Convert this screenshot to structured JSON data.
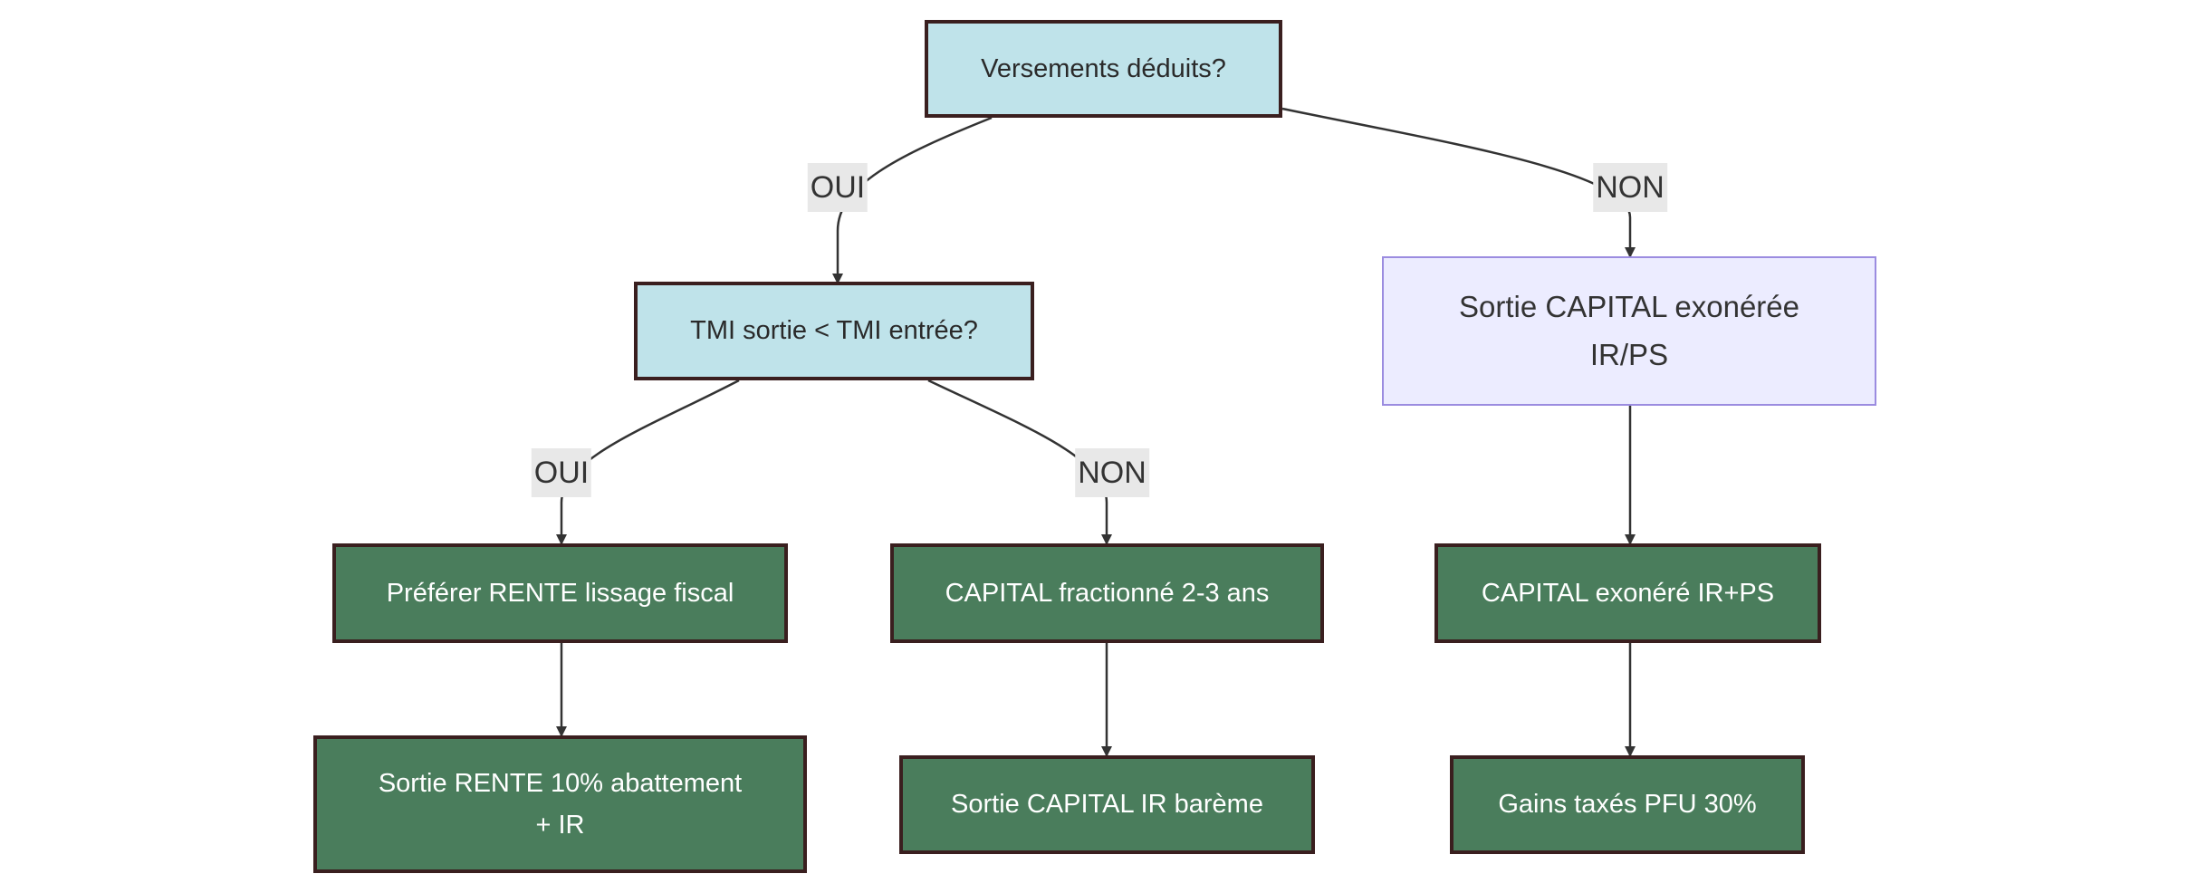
{
  "colors": {
    "decision_fill": "#bfe3ea",
    "result_fill": "#4a7d5c",
    "exempt_fill": "#ececff",
    "exempt_border": "#9b8ce0",
    "node_border": "#3a1f1f",
    "edge": "#333333",
    "label_bg": "#e8e8e8"
  },
  "nodes": {
    "versements": "Versements déduits?",
    "tmi": "TMI sortie < TMI entrée?",
    "sortie_capital_exoneree": "Sortie CAPITAL exonérée\nIR/PS",
    "preferer_rente": "Préférer RENTE lissage fiscal",
    "capital_fractionne": "CAPITAL fractionné 2-3 ans",
    "capital_exonere": "CAPITAL exonéré IR+PS",
    "sortie_rente": "Sortie RENTE 10% abattement\n+ IR",
    "sortie_capital_ir": "Sortie CAPITAL IR barème",
    "gains_pfu": "Gains taxés PFU 30%"
  },
  "edge_labels": {
    "versements_oui": "OUI",
    "versements_non": "NON",
    "tmi_oui": "OUI",
    "tmi_non": "NON"
  }
}
